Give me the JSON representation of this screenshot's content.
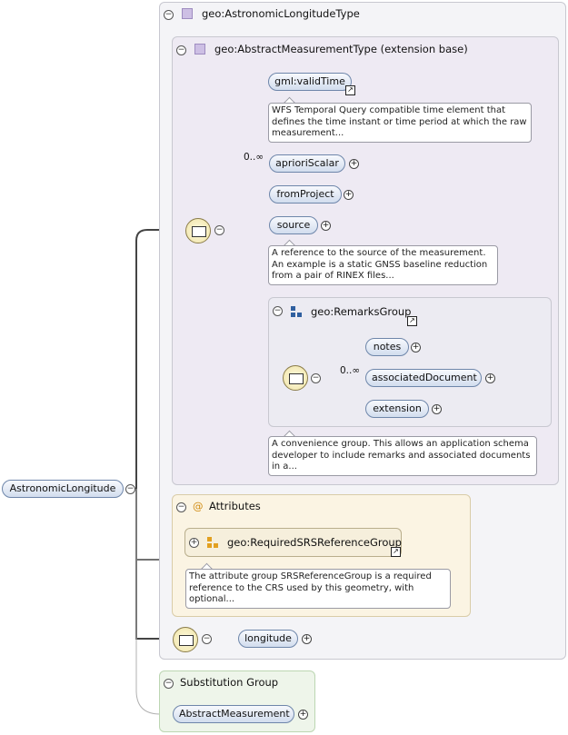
{
  "root": {
    "label": "AstronomicLongitude"
  },
  "type_box": {
    "title": "geo:AstronomicLongitudeType"
  },
  "ext_box": {
    "title": "geo:AbstractMeasurementType (extension base)"
  },
  "elements": {
    "validTime": {
      "label": "gml:validTime",
      "doc": "WFS Temporal Query compatible time element that defines the time instant or time period at which the raw measurement..."
    },
    "aprioriScalar": {
      "label": "aprioriScalar",
      "multiplicity": "0..∞"
    },
    "fromProject": {
      "label": "fromProject"
    },
    "source": {
      "label": "source",
      "doc": "A reference to the source of the measurement. An example is a static GNSS baseline reduction from a pair of RINEX files..."
    }
  },
  "remarks_group": {
    "title": "geo:RemarksGroup",
    "doc": "A convenience group. This allows an application schema developer to include remarks and associated documents in a...",
    "items": {
      "notes": "notes",
      "associatedDocument": "associatedDocument",
      "extension": "extension"
    },
    "multiplicity": "0..∞"
  },
  "attributes": {
    "title": "Attributes",
    "group_label": "geo:RequiredSRSReferenceGroup",
    "doc": "The attribute group SRSReferenceGroup is a required reference to the CRS used by this geometry, with optional..."
  },
  "longitude": {
    "label": "longitude"
  },
  "substitution": {
    "title": "Substitution Group",
    "item": "AbstractMeasurement"
  },
  "symbols": {
    "collapse": "−",
    "expand": "+",
    "link": "↗",
    "attr_marker": "@"
  }
}
